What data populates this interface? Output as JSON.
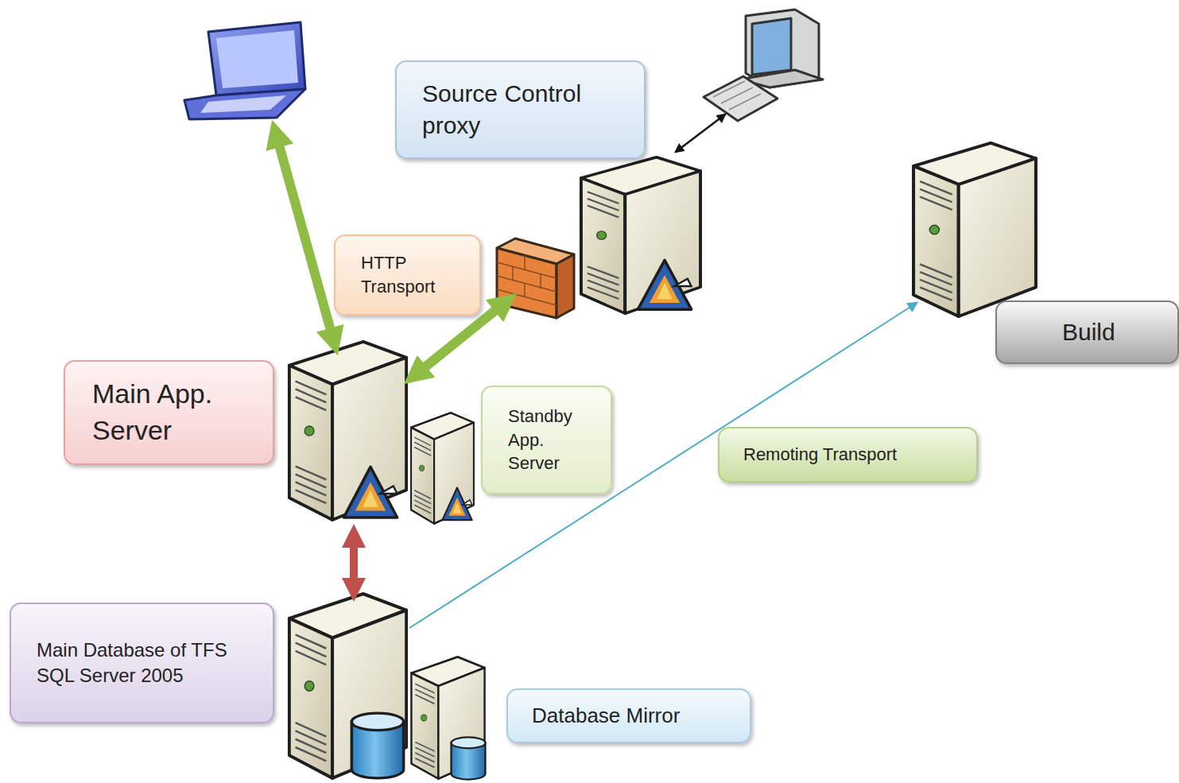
{
  "diagram": {
    "nodes": [
      {
        "text": [
          "Source Control proxy"
        ]
      },
      {
        "text": [
          "HTTP Transport"
        ]
      },
      {
        "text": [
          "Build"
        ]
      },
      {
        "text": [
          "Main App. Server"
        ]
      },
      {
        "text": [
          "Standby App. Server"
        ]
      },
      {
        "text": [
          "Remoting Transport"
        ]
      },
      {
        "text": [
          "Main Database of TFS SQL Server 2005"
        ]
      },
      {
        "text": [
          "Database Mirror"
        ]
      }
    ]
  }
}
